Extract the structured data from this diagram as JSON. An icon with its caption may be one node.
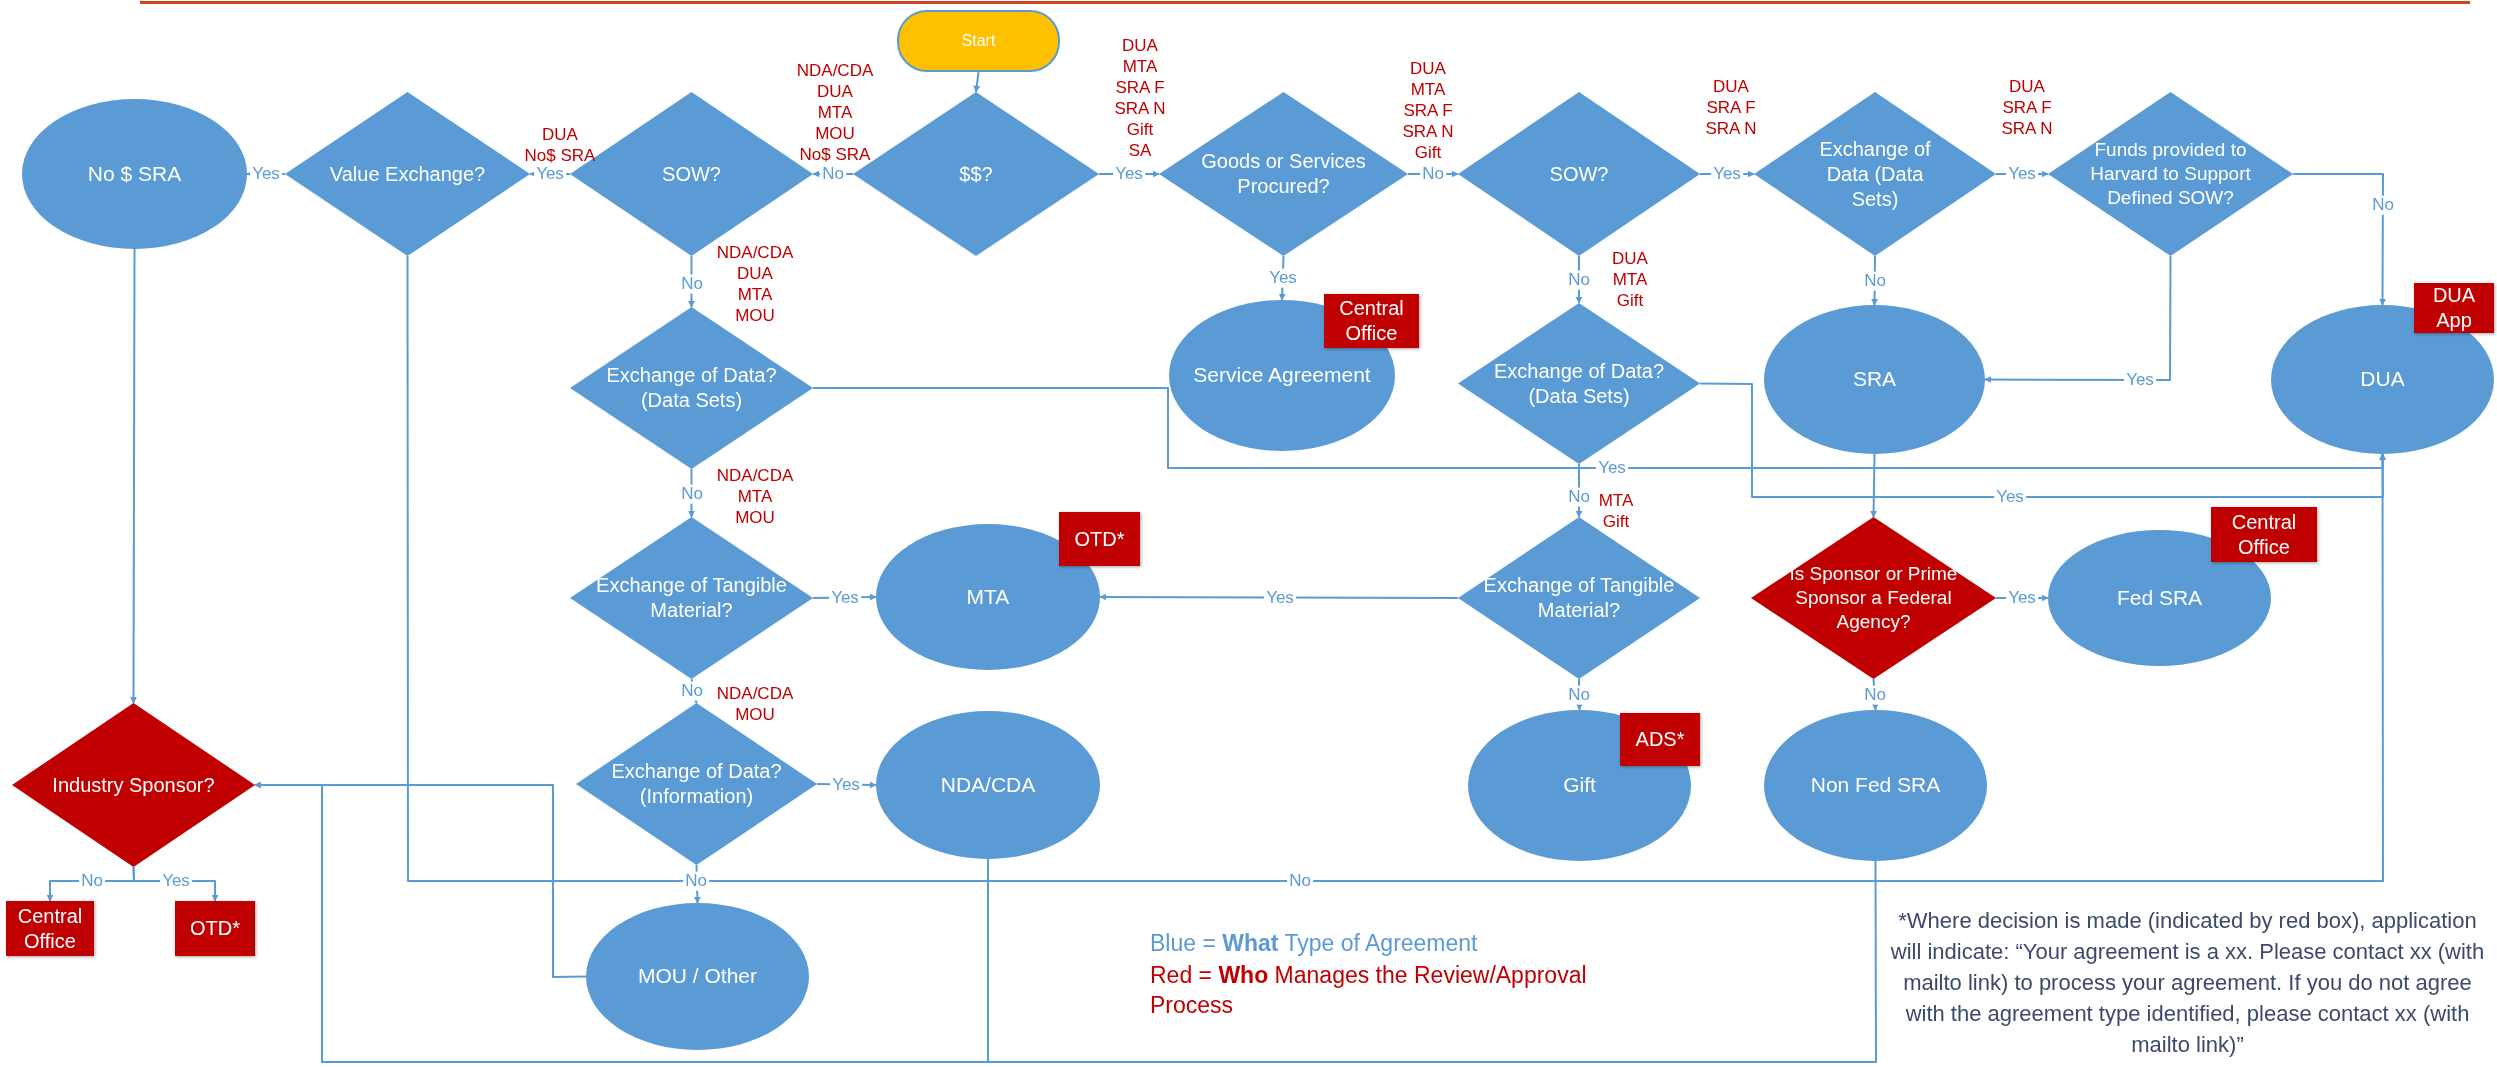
{
  "diagram": {
    "nodes": [
      {
        "text": [
          "Start"
        ]
      },
      {
        "text": [
          "No $ SRA"
        ]
      },
      {
        "text": [
          "Value Exchange?"
        ]
      },
      {
        "text": [
          "SOW?"
        ]
      },
      {
        "text": [
          "$$?"
        ]
      },
      {
        "text": [
          "Goods or Services Procured?"
        ]
      },
      {
        "text": [
          "SOW?"
        ]
      },
      {
        "text": [
          "Exchange of Data (Data Sets)"
        ]
      },
      {
        "text": [
          "Funds provided to Harvard to Support Defined SOW?"
        ]
      },
      {
        "text": [
          "Exchange of Data? (Data Sets)"
        ]
      },
      {
        "text": [
          "Service Agreement"
        ]
      },
      {
        "text": [
          "Central Office"
        ]
      },
      {
        "text": [
          "Exchange of Data? (Data Sets)"
        ]
      },
      {
        "text": [
          "SRA"
        ]
      },
      {
        "text": [
          "DUA App"
        ]
      },
      {
        "text": [
          "DUA"
        ]
      },
      {
        "text": [
          "Exchange of Tangible Material?"
        ]
      },
      {
        "text": [
          "MTA"
        ]
      },
      {
        "text": [
          "OTD*"
        ]
      },
      {
        "text": [
          "Exchange of Tangible Material?"
        ]
      },
      {
        "text": [
          "Is Sponsor or Prime Sponsor a Federal Agency?"
        ]
      },
      {
        "text": [
          "Fed SRA"
        ]
      },
      {
        "text": [
          "Central Office"
        ]
      },
      {
        "text": [
          "Industry Sponsor?"
        ]
      },
      {
        "text": [
          "Exchange of Data? (Information)"
        ]
      },
      {
        "text": [
          "NDA/CDA"
        ]
      },
      {
        "text": [
          "Gift"
        ]
      },
      {
        "text": [
          "ADS*"
        ]
      },
      {
        "text": [
          "Non Fed SRA"
        ]
      },
      {
        "text": [
          "Central Office"
        ]
      },
      {
        "text": [
          "OTD*"
        ]
      },
      {
        "text": [
          "MOU / Other"
        ]
      }
    ],
    "edges": [
      {
        "from": 0,
        "to": 4,
        "arrow": "to"
      },
      {
        "from": 4,
        "to": 5,
        "arrow": "to",
        "label": "Yes"
      },
      {
        "from": 4,
        "to": 3,
        "arrow": "to",
        "label": "No"
      },
      {
        "from": 3,
        "to": 2,
        "arrow": "to",
        "label": "Yes"
      },
      {
        "from": 2,
        "to": 1,
        "arrow": "to",
        "label": "Yes"
      },
      {
        "from": 3,
        "to": 9,
        "arrow": "to",
        "label": "No"
      },
      {
        "from": 5,
        "to": 10,
        "arrow": "to",
        "label": "Yes"
      },
      {
        "from": 5,
        "to": 6,
        "arrow": "to",
        "label": "No"
      },
      {
        "from": 6,
        "to": 7,
        "arrow": "to",
        "label": "Yes"
      },
      {
        "from": 6,
        "to": 12,
        "arrow": "to",
        "label": "No"
      },
      {
        "from": 7,
        "to": 8,
        "arrow": "to",
        "label": "Yes"
      },
      {
        "from": 7,
        "to": 13,
        "arrow": "to",
        "label": "No"
      },
      {
        "from": 8,
        "to": 15,
        "arrow": "to",
        "label": "No"
      },
      {
        "from": 8,
        "to": 13,
        "arrow": "to",
        "label": "Yes"
      },
      {
        "from": 9,
        "to": 15,
        "arrow": "to",
        "label": "Yes"
      },
      {
        "from": 12,
        "to": 15,
        "arrow": "to",
        "label": "Yes"
      },
      {
        "from": 9,
        "to": 16,
        "arrow": "to",
        "label": "No"
      },
      {
        "from": 16,
        "to": 17,
        "arrow": "to",
        "label": "Yes"
      },
      {
        "from": 16,
        "to": 24,
        "arrow": "to",
        "label": "No"
      },
      {
        "from": 24,
        "to": 25,
        "arrow": "to",
        "label": "Yes"
      },
      {
        "from": 24,
        "to": 31,
        "arrow": "to",
        "label": "No"
      },
      {
        "from": 12,
        "to": 19,
        "arrow": "to",
        "label": "No"
      },
      {
        "from": 19,
        "to": 17,
        "arrow": "to",
        "label": "Yes"
      },
      {
        "from": 19,
        "to": 26,
        "arrow": "to",
        "label": "No"
      },
      {
        "from": 13,
        "to": 20,
        "arrow": "to"
      },
      {
        "from": 20,
        "to": 21,
        "arrow": "to",
        "label": "Yes"
      },
      {
        "from": 20,
        "to": 28,
        "arrow": "to",
        "label": "No"
      },
      {
        "from": 1,
        "to": 23,
        "arrow": "to"
      },
      {
        "from": 2,
        "to": 15,
        "arrow": "to",
        "label": "No"
      },
      {
        "from": 31,
        "to": 23,
        "arrow": "to"
      },
      {
        "from": 25,
        "to": 23,
        "arrow": "to"
      },
      {
        "from": 28,
        "to": 23,
        "arrow": "to"
      },
      {
        "from": 23,
        "to": 29,
        "arrow": "to",
        "label": "No"
      },
      {
        "from": 23,
        "to": 30,
        "arrow": "to",
        "label": "Yes"
      }
    ],
    "labels": [
      "DUA",
      "No$ SRA",
      "NDA/CDA",
      "DUA",
      "MTA",
      "MOU",
      "No$ SRA",
      "DUA",
      "MTA",
      "SRA F",
      "SRA N",
      "Gift",
      "SA",
      "DUA",
      "MTA",
      "SRA F",
      "SRA N",
      "Gift",
      "DUA",
      "SRA F",
      "SRA N",
      "DUA",
      "SRA F",
      "SRA N",
      "NDA/CDA",
      "DUA",
      "MTA",
      "MOU",
      "DUA",
      "MTA",
      "Gift",
      "NDA/CDA",
      "MTA",
      "MOU",
      "MTA",
      "Gift",
      "NDA/CDA",
      "MOU",
      "Blue = **What** Type of Agreement",
      "Red = **Who** Manages the Review/Approval Process",
      "*Where decision is made (indicated by red box), application will indicate: “Your agreement is a xx. Please contact xx (with mailto link) to process your agreement.  If you do not agree with the agreement type identified, please contact xx (with mailto link)”"
    ]
  }
}
